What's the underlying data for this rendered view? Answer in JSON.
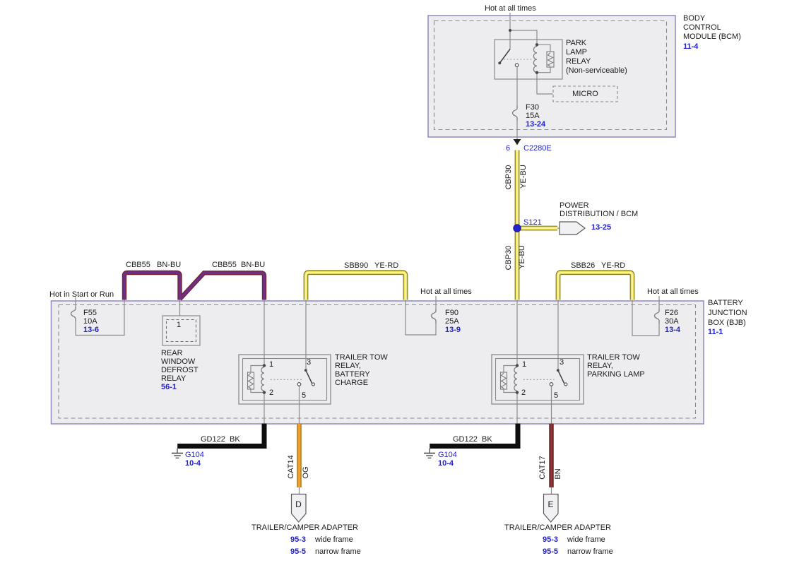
{
  "colors": {
    "module_box_border": "#9191c6",
    "module_box_fill": "#ededf0",
    "diagram_line_gray": "#8a8a8a",
    "link_blue": "#2222cc",
    "wire_yellow": "#f2e358",
    "wire_purple": "#6c2f8a",
    "wire_black": "#0e0e0e",
    "wire_orange": "#efa12b",
    "wire_brown": "#8d3332",
    "splice_blue": "#2323cd"
  },
  "top": {
    "hot_label": "Hot at all times",
    "bcm_title": "BODY\nCONTROL\nMODULE (BCM)",
    "bcm_ref": "11-4",
    "relay_label": "PARK\nLAMP\nRELAY\n(Non-serviceable)",
    "micro_label": "MICRO",
    "fuse_name": "F30\n15A",
    "fuse_ref": "13-24",
    "pin": "6",
    "connector": "C2280E",
    "splice": "S121",
    "dist_label": "POWER\nDISTRIBUTION / BCM",
    "dist_ref": "13-25"
  },
  "bjb": {
    "title": "BATTERY\nJUNCTION\nBOX (BJB)",
    "ref": "11-1",
    "hot_left": "Hot in Start or Run",
    "hot_mid": "Hot at all times",
    "hot_right": "Hot at all times",
    "fuse_f55": "F55\n10A",
    "fuse_f55_ref": "13-6",
    "fuse_f90": "F90\n25A",
    "fuse_f90_ref": "13-9",
    "fuse_f26": "F26\n30A",
    "fuse_f26_ref": "13-4",
    "defrost_pin": "1",
    "defrost_label": "REAR\nWINDOW\nDEFROST\nRELAY",
    "defrost_ref": "56-1",
    "relay_bat_label": "TRAILER TOW\nRELAY,\nBATTERY\nCHARGE",
    "relay_park_label": "TRAILER TOW\nRELAY,\nPARKING LAMP",
    "pin1": "1",
    "pin2": "2",
    "pin3": "3",
    "pin5": "5"
  },
  "wires": {
    "cbp30_circuit": "CBP30",
    "cbp30_color": "YE-BU",
    "cbb55_circuit": "CBB55",
    "cbb55_color": "BN-BU",
    "sbb90_circuit": "SBB90",
    "sbb90_color": "YE-RD",
    "sbb26_circuit": "SBB26",
    "sbb26_color": "YE-RD",
    "gd122_circuit": "GD122",
    "gd122_color": "BK",
    "cat14_circuit": "CAT14",
    "cat14_color": "OG",
    "cat17_circuit": "CAT17",
    "cat17_color": "BN"
  },
  "grounds": {
    "name": "G104",
    "ref": "10-4"
  },
  "adapter": {
    "connector_left": "D",
    "connector_right": "E",
    "title": "TRAILER/CAMPER ADAPTER",
    "row1_ref": "95-3",
    "row1_label": "wide frame",
    "row2_ref": "95-5",
    "row2_label": "narrow frame"
  }
}
